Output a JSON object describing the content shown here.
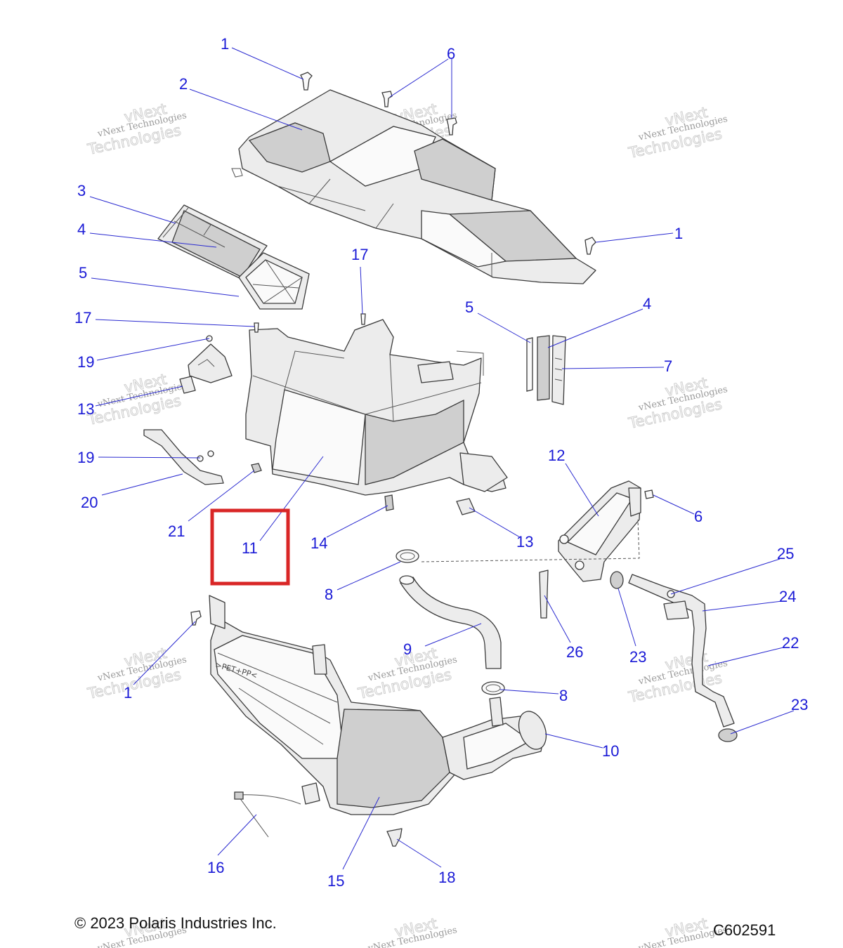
{
  "callouts": [
    {
      "id": "c1a",
      "label": "1"
    },
    {
      "id": "c6a",
      "label": "6"
    },
    {
      "id": "c2",
      "label": "2"
    },
    {
      "id": "c3",
      "label": "3"
    },
    {
      "id": "c4a",
      "label": "4"
    },
    {
      "id": "c5a",
      "label": "5"
    },
    {
      "id": "c1b",
      "label": "1"
    },
    {
      "id": "c17a",
      "label": "17"
    },
    {
      "id": "c17b",
      "label": "17"
    },
    {
      "id": "c5b",
      "label": "5"
    },
    {
      "id": "c4b",
      "label": "4"
    },
    {
      "id": "c19a",
      "label": "19"
    },
    {
      "id": "c7",
      "label": "7"
    },
    {
      "id": "c13a",
      "label": "13"
    },
    {
      "id": "c12",
      "label": "12"
    },
    {
      "id": "c19b",
      "label": "19"
    },
    {
      "id": "c6b",
      "label": "6"
    },
    {
      "id": "c20",
      "label": "20"
    },
    {
      "id": "c21",
      "label": "21"
    },
    {
      "id": "c11",
      "label": "11"
    },
    {
      "id": "c14",
      "label": "14"
    },
    {
      "id": "c13b",
      "label": "13"
    },
    {
      "id": "c25",
      "label": "25"
    },
    {
      "id": "c8a",
      "label": "8"
    },
    {
      "id": "c24",
      "label": "24"
    },
    {
      "id": "c9",
      "label": "9"
    },
    {
      "id": "c26",
      "label": "26"
    },
    {
      "id": "c23a",
      "label": "23"
    },
    {
      "id": "c22",
      "label": "22"
    },
    {
      "id": "c1c",
      "label": "1"
    },
    {
      "id": "c8b",
      "label": "8"
    },
    {
      "id": "c23b",
      "label": "23"
    },
    {
      "id": "c10",
      "label": "10"
    },
    {
      "id": "c16",
      "label": "16"
    },
    {
      "id": "c15",
      "label": "15"
    },
    {
      "id": "c18",
      "label": "18"
    }
  ],
  "watermark": {
    "line1": "vNext",
    "line2": "vNext Technologies",
    "line3": "Technologies"
  },
  "part_marking": ">PET+PP<",
  "footer": {
    "copyright": "© 2023 Polaris Industries Inc.",
    "diagram_code": "C602591"
  },
  "highlight": {
    "target": "11",
    "color": "#d92626"
  }
}
